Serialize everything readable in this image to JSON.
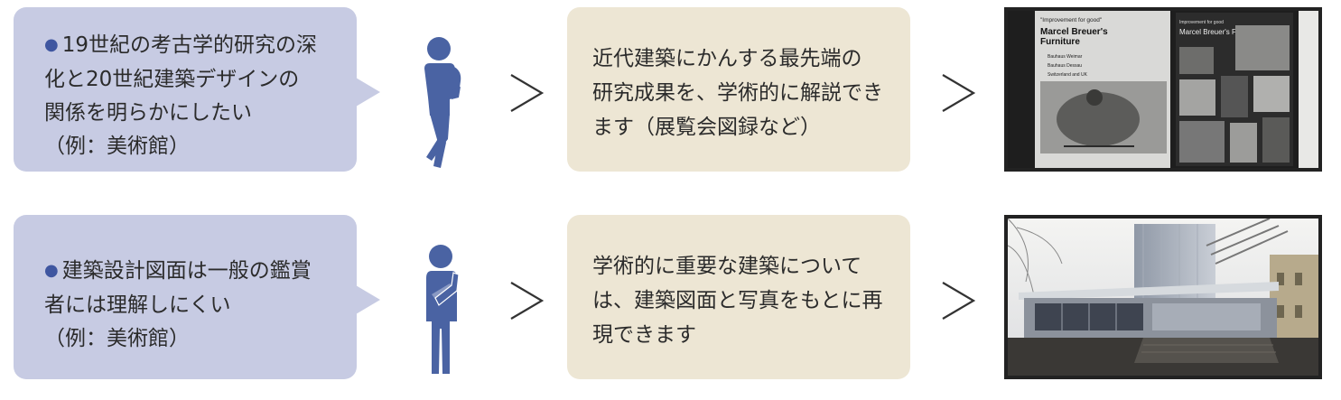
{
  "rows": [
    {
      "need_lines": [
        "19世紀の考古学的研究の深",
        "化と20世紀建築デザインの",
        "関係を明らかにしたい",
        "（例：美術館）"
      ],
      "solution_lines": [
        "近代建築にかんする最先端の",
        "研究成果を、学術的に解説でき",
        "ます（展覧会図録など）"
      ],
      "catalog": {
        "left_tagline": "\"Improvement for good\"",
        "left_title_1": "Marcel Breuer's",
        "left_title_2": "Furniture",
        "index_1": "Bauhaus Weimar",
        "index_2": "Bauhaus Dessau",
        "index_3": "Switzerland and UK",
        "right_tagline": "Improvement for good",
        "right_title": "Marcel Breuer's Furniture"
      }
    },
    {
      "need_lines": [
        "建築設計図面は一般の鑑賞",
        "者には理解しにくい",
        "（例：美術館）"
      ],
      "solution_lines": [
        "学術的に重要な建築について",
        "は、建築図面と写真をもとに再",
        "現できます"
      ]
    }
  ],
  "colors": {
    "need_box": "#c7cbe3",
    "solution_box": "#ede6d4",
    "person": "#4a63a3",
    "bullet": "#3f56a0"
  },
  "icons": [
    "person-thinking-icon",
    "person-thinking-icon",
    "right-arrow-icon"
  ]
}
